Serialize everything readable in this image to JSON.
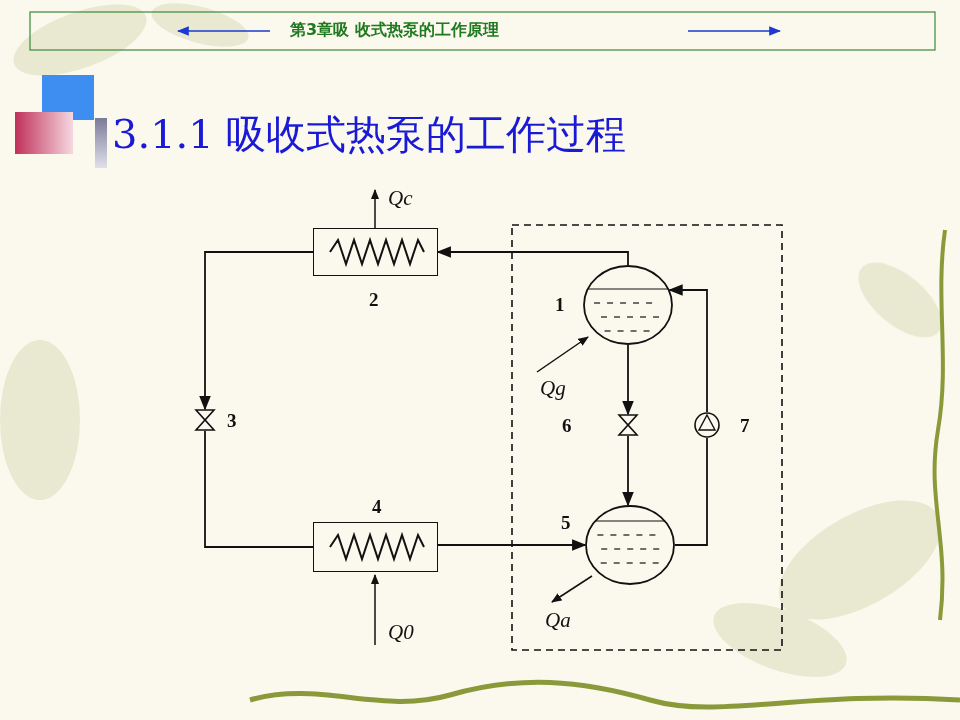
{
  "diagram": {
    "title": "3.1.1 吸收式热泵的工作过程",
    "nodes": [
      {
        "text": [
          "2"
        ]
      },
      {
        "text": [
          "1"
        ]
      },
      {
        "text": [
          "3"
        ]
      },
      {
        "text": [
          "6"
        ]
      },
      {
        "text": [
          "7"
        ]
      },
      {
        "text": [
          "4"
        ]
      },
      {
        "text": [
          "5"
        ]
      }
    ],
    "edges": [
      {
        "from": 1,
        "to": 0,
        "arrow": "to"
      },
      {
        "from": 0,
        "to": 2,
        "arrow": "to"
      },
      {
        "from": 2,
        "to": 5,
        "arrow": "none"
      },
      {
        "from": 5,
        "to": 6,
        "arrow": "to"
      },
      {
        "from": 1,
        "to": 3,
        "arrow": "to"
      },
      {
        "from": 3,
        "to": 6,
        "arrow": "to"
      },
      {
        "from": 6,
        "to": 4,
        "arrow": "none"
      },
      {
        "from": 4,
        "to": 1,
        "arrow": "to"
      }
    ],
    "labels": [
      "第3章吸 收式热泵的工作原理",
      "Qc",
      "Qg",
      "Q0",
      "Qa"
    ]
  }
}
